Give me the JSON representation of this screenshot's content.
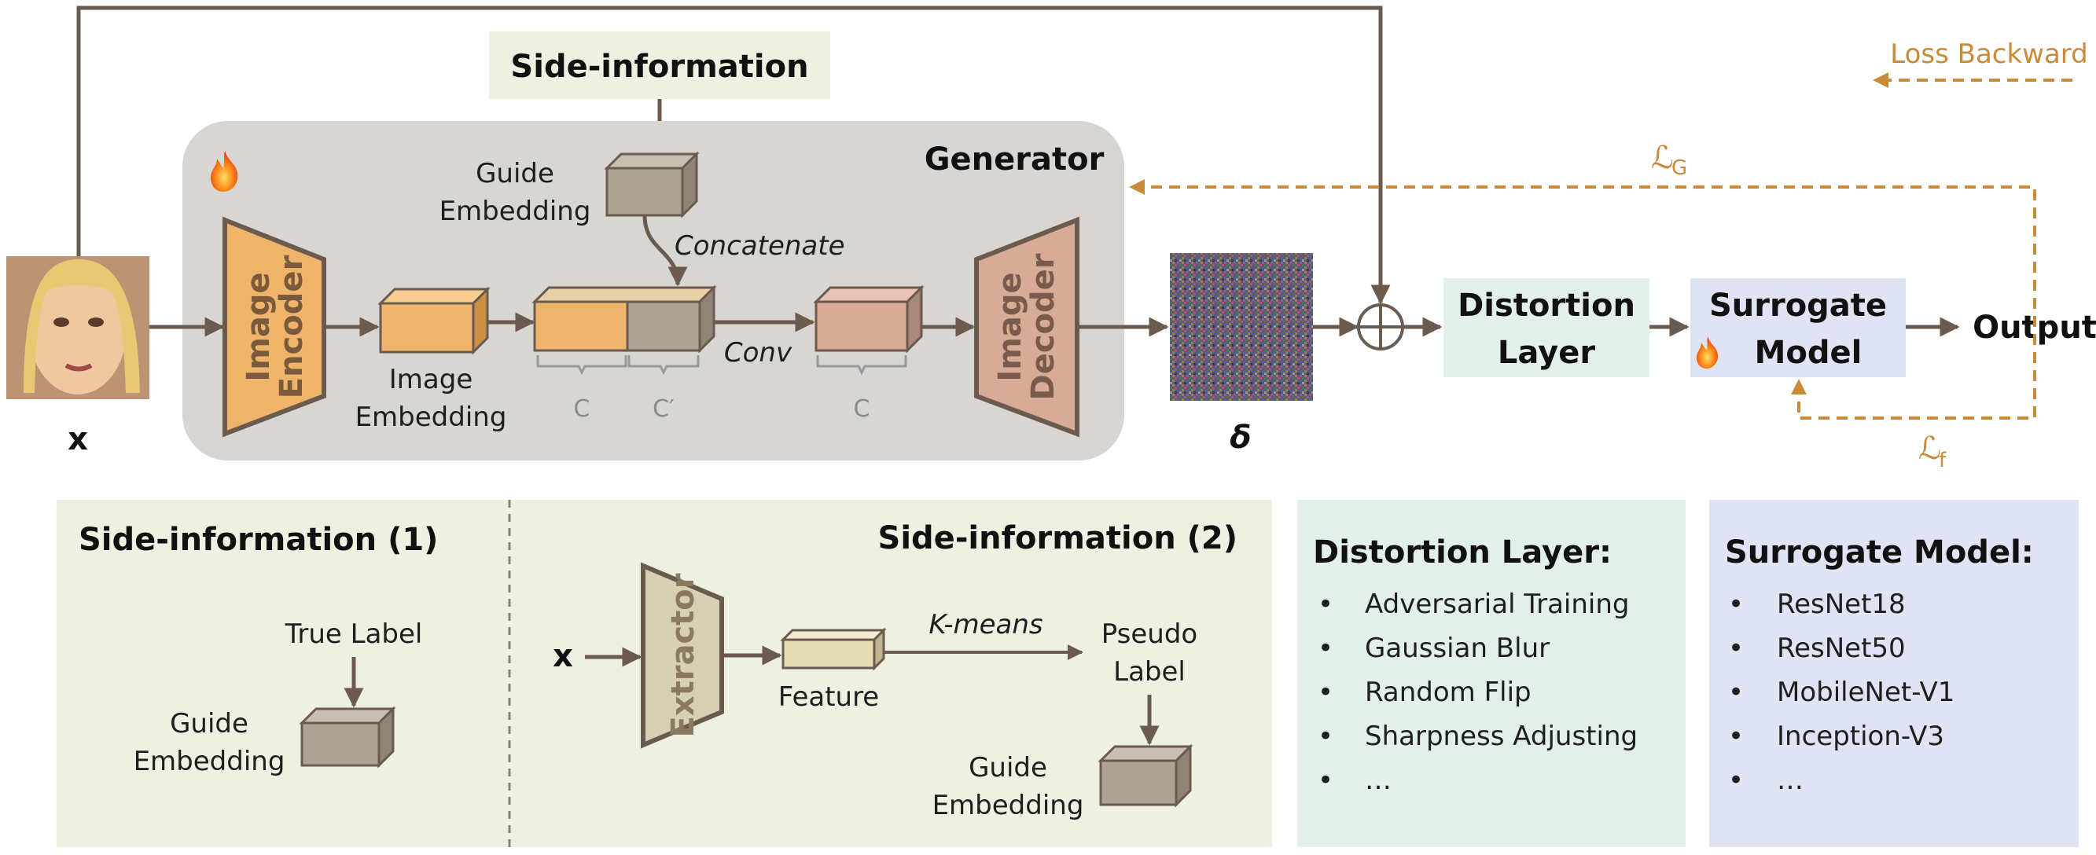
{
  "side_info_top": "Side-information",
  "generator": {
    "title": "Generator",
    "guide_embedding": [
      "Guide",
      "Embedding"
    ],
    "concatenate": "Concatenate",
    "image_encoder": [
      "Image",
      "Encoder"
    ],
    "image_embedding": [
      "Image",
      "Embedding"
    ],
    "brace_c1": "C",
    "brace_c2": "C′",
    "conv": "Conv",
    "brace_c3": "C",
    "image_decoder": [
      "Image",
      "Decoder"
    ]
  },
  "input_x": "x",
  "delta": "δ",
  "distortion_box": [
    "Distortion",
    "Layer"
  ],
  "surrogate_box": [
    "Surrogate",
    "Model"
  ],
  "output": "Output",
  "legend": {
    "loss_backward": "Loss Backward"
  },
  "loss_g": {
    "script": "ℒ",
    "sub": "G"
  },
  "loss_f": {
    "script": "ℒ",
    "sub": "f"
  },
  "side1": {
    "title": "Side-information (1)",
    "true_label": "True Label",
    "guide_embedding": [
      "Guide",
      "Embedding"
    ]
  },
  "side2": {
    "title": "Side-information (2)",
    "x": "x",
    "extractor": "Extractor",
    "feature": "Feature",
    "kmeans": "K-means",
    "pseudo_label": [
      "Pseudo",
      "Label"
    ],
    "guide_embedding": [
      "Guide",
      "Embedding"
    ]
  },
  "distortion_panel": {
    "title": "Distortion Layer:",
    "items": [
      "Adversarial Training",
      "Gaussian Blur",
      "Random Flip",
      "Sharpness Adjusting",
      "…"
    ]
  },
  "surrogate_panel": {
    "title": "Surrogate Model:",
    "items": [
      "ResNet18",
      "ResNet50",
      "MobileNet-V1",
      "Inception-V3",
      "…"
    ]
  },
  "colors": {
    "arrow": "#6b5a4e",
    "loss": "#c98a3a",
    "generator_bg": "#d8d6d3",
    "side_bg": "#eef1e2",
    "distortion_bg": "#e3efe9",
    "surrogate_bg": "#dfe3f3",
    "encoder": "#edb46a",
    "decoder": "#d7ab96"
  }
}
